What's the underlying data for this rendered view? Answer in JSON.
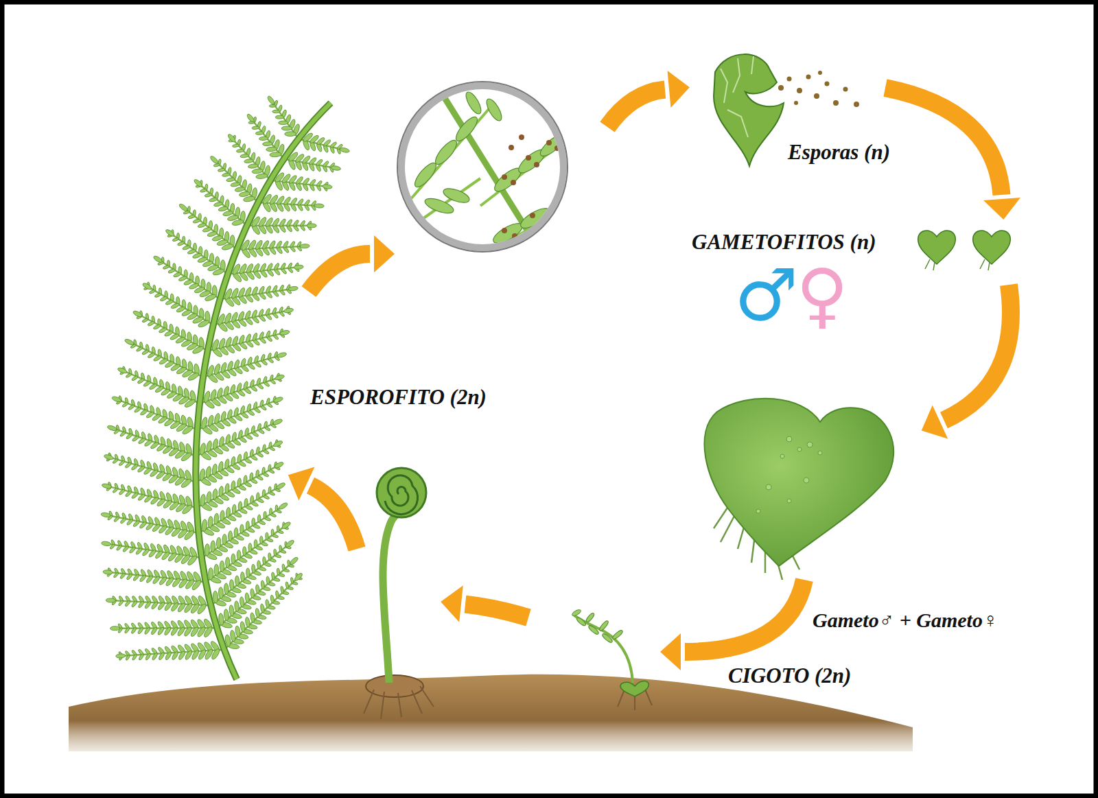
{
  "diagram": {
    "labels": [
      "Esporas (n)",
      "GAMETOFITOS (n)",
      "♂",
      "♀",
      "ESPOROFITO (2n)",
      "Gameto♂ + Gameto♀",
      "CIGOTO (2n)"
    ]
  }
}
